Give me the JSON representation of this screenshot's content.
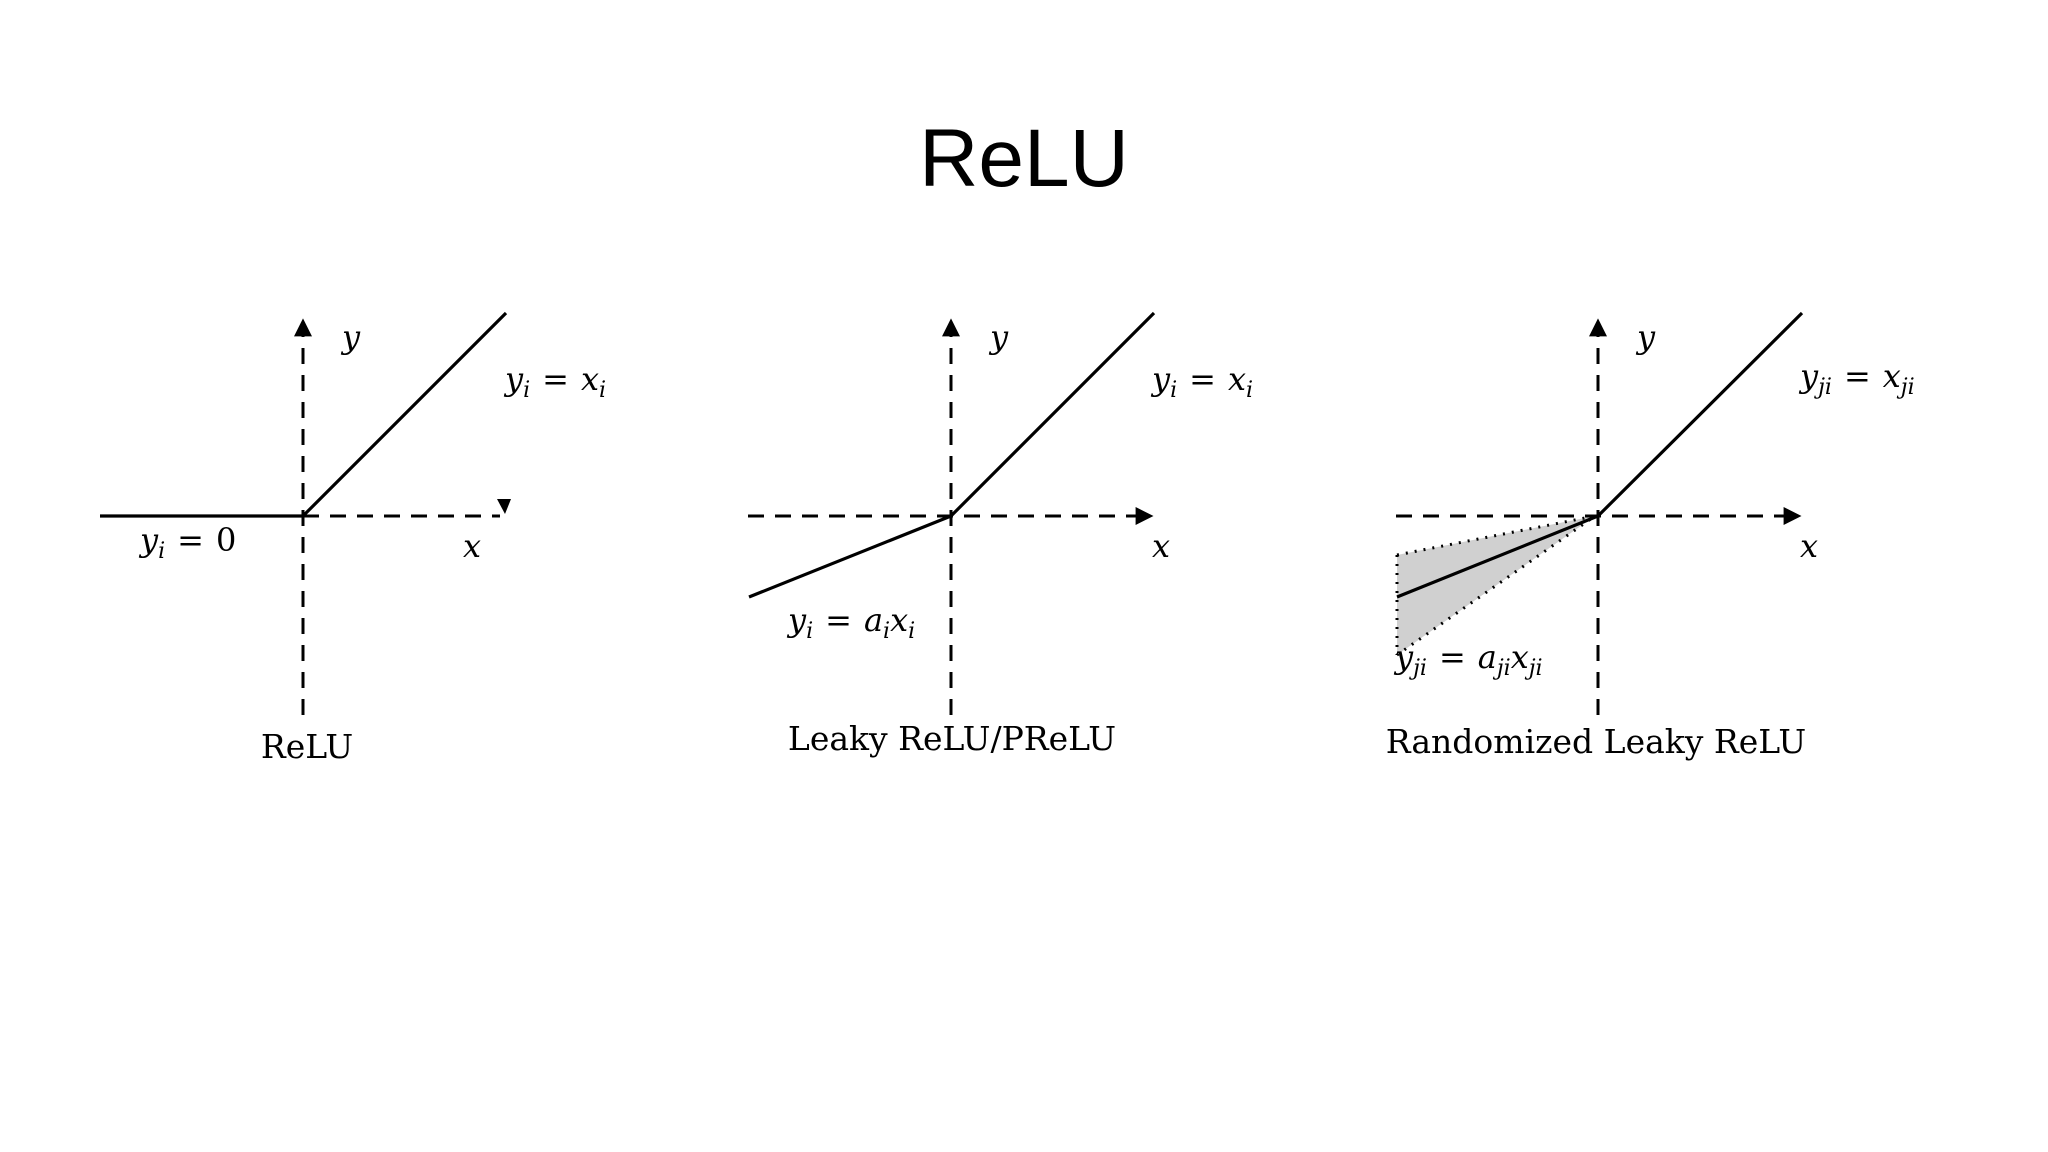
{
  "slide": {
    "title": "ReLU"
  },
  "panels": [
    {
      "caption": "ReLU",
      "x_axis_label": "x",
      "y_axis_label": "y",
      "positive_eq": {
        "lhs": "y",
        "lhs_sub": "i",
        "op": "=",
        "rhs": "x",
        "rhs_sub": "i"
      },
      "negative_eq": {
        "lhs": "y",
        "lhs_sub": "i",
        "op": "=",
        "rhs": "0"
      }
    },
    {
      "caption": "Leaky ReLU/PReLU",
      "x_axis_label": "x",
      "y_axis_label": "y",
      "positive_eq": {
        "lhs": "y",
        "lhs_sub": "i",
        "op": "=",
        "rhs": "x",
        "rhs_sub": "i"
      },
      "negative_eq": {
        "lhs": "y",
        "lhs_sub": "i",
        "op": "=",
        "a": "a",
        "a_sub": "i",
        "rhs": "x",
        "rhs_sub": "i"
      }
    },
    {
      "caption": "Randomized Leaky ReLU",
      "x_axis_label": "x",
      "y_axis_label": "y",
      "positive_eq": {
        "lhs": "y",
        "lhs_sub": "ji",
        "op": "=",
        "rhs": "x",
        "rhs_sub": "ji"
      },
      "negative_eq": {
        "lhs": "y",
        "lhs_sub": "ji",
        "op": "=",
        "a": "a",
        "a_sub": "ji",
        "rhs": "x",
        "rhs_sub": "ji"
      }
    }
  ],
  "colors": {
    "ink": "#000000",
    "range_fill": "#d0d0d0",
    "background": "#ffffff"
  }
}
